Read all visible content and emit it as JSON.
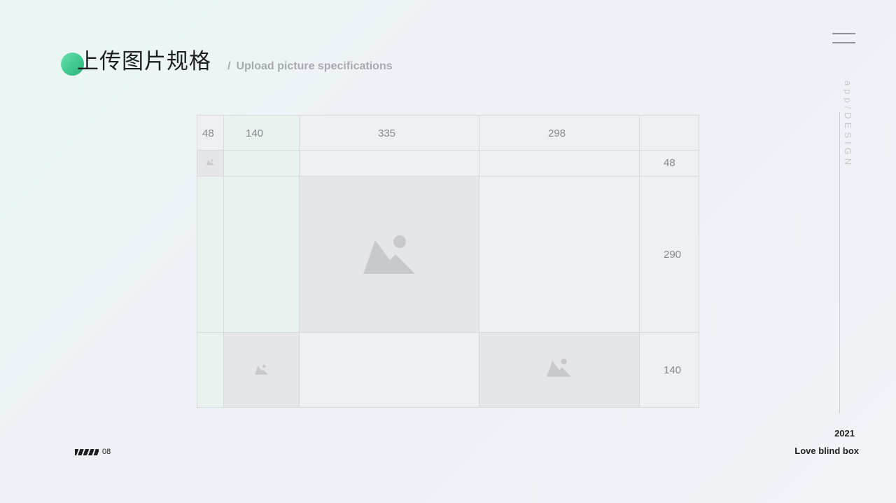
{
  "header": {
    "title": "上传图片规格",
    "subtitle_slash": "/",
    "subtitle": "Upload picture specifications"
  },
  "side": {
    "vertical_text": "app/DESIGN"
  },
  "footer": {
    "page_number": "08",
    "year": "2021",
    "brand": "Love blind box"
  },
  "grid": {
    "column_labels": [
      "48",
      "140",
      "335",
      "298"
    ],
    "row_labels": [
      "48",
      "290",
      "140"
    ]
  },
  "colors": {
    "accent": "#3cc68c",
    "image_placeholder": "#c8c9cc"
  },
  "icons": [
    "image-icon",
    "menu-icon"
  ]
}
